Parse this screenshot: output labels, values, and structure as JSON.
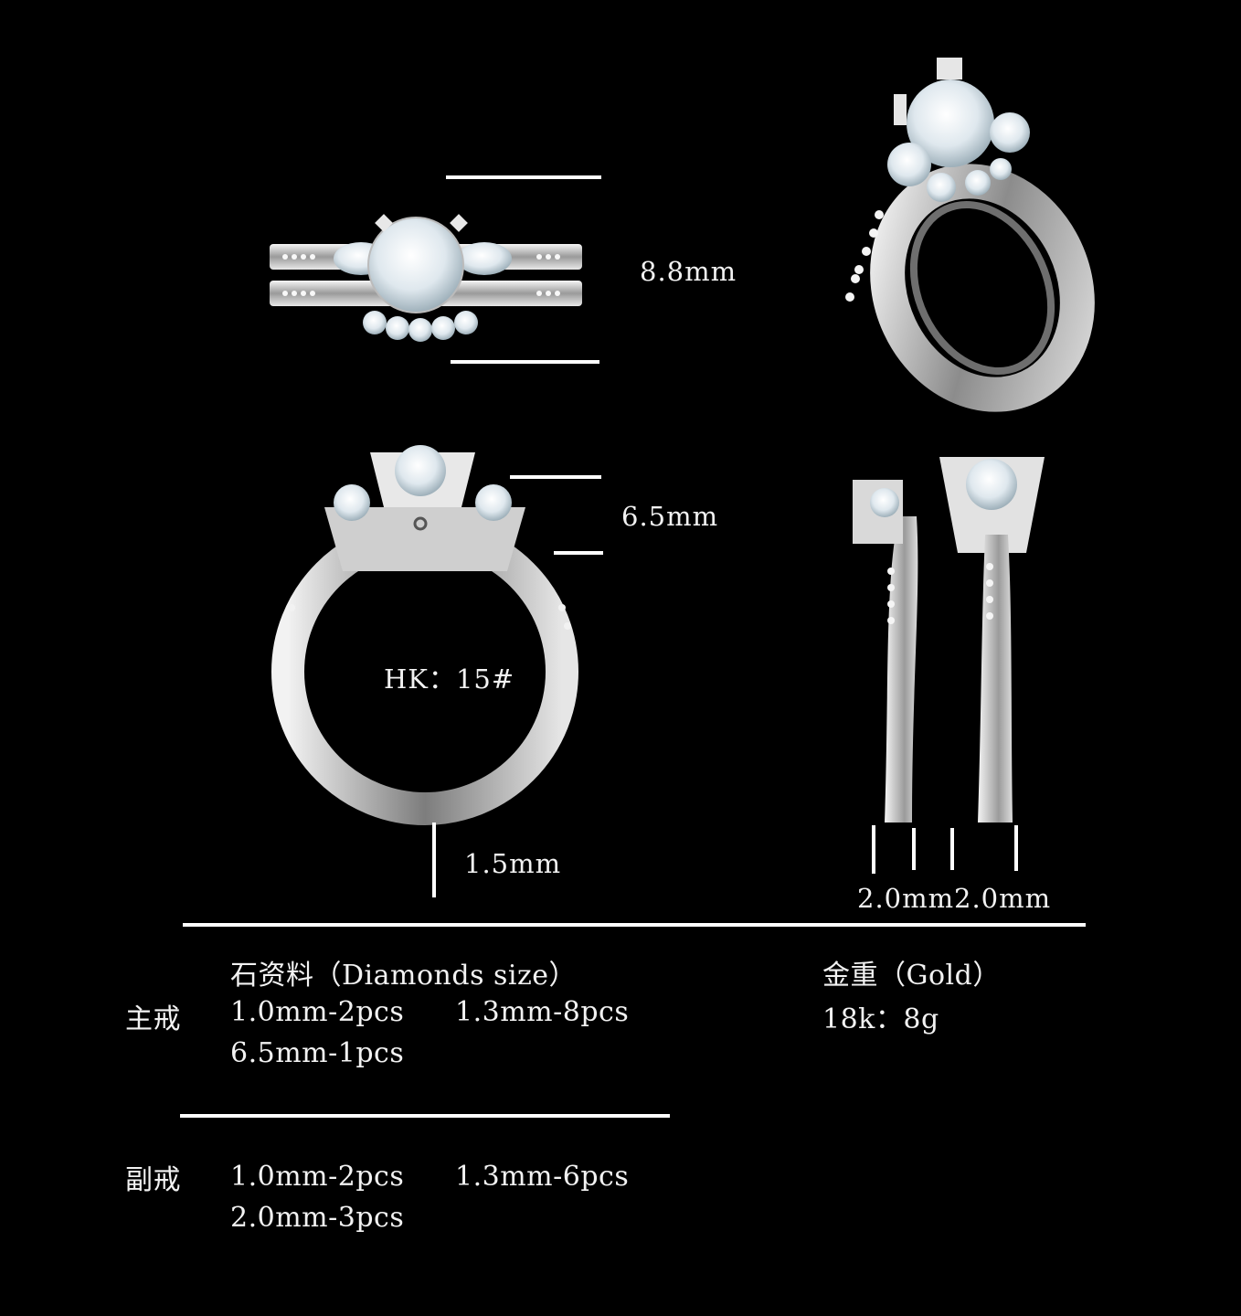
{
  "dimensions": {
    "height": "8.8mm",
    "center_stone": "6.5mm",
    "band_thickness": "1.5mm",
    "main_band_width": "2.0mm",
    "sub_band_width": "2.0mm",
    "ring_size": "HK：15#"
  },
  "stones": {
    "heading": "石资料（Diamonds size）",
    "main_ring": {
      "label": "主戒",
      "items": [
        "1.0mm-2pcs",
        "1.3mm-8pcs",
        "6.5mm-1pcs"
      ]
    },
    "sub_ring": {
      "label": "副戒",
      "items": [
        "1.0mm-2pcs",
        "1.3mm-6pcs",
        "2.0mm-3pcs"
      ]
    }
  },
  "gold": {
    "heading": "金重（Gold）",
    "value": "18k：8g"
  },
  "colors": {
    "background": "#000000",
    "metal": "#d9d9d9",
    "diamond": "#eef4f7",
    "line": "#ffffff"
  }
}
